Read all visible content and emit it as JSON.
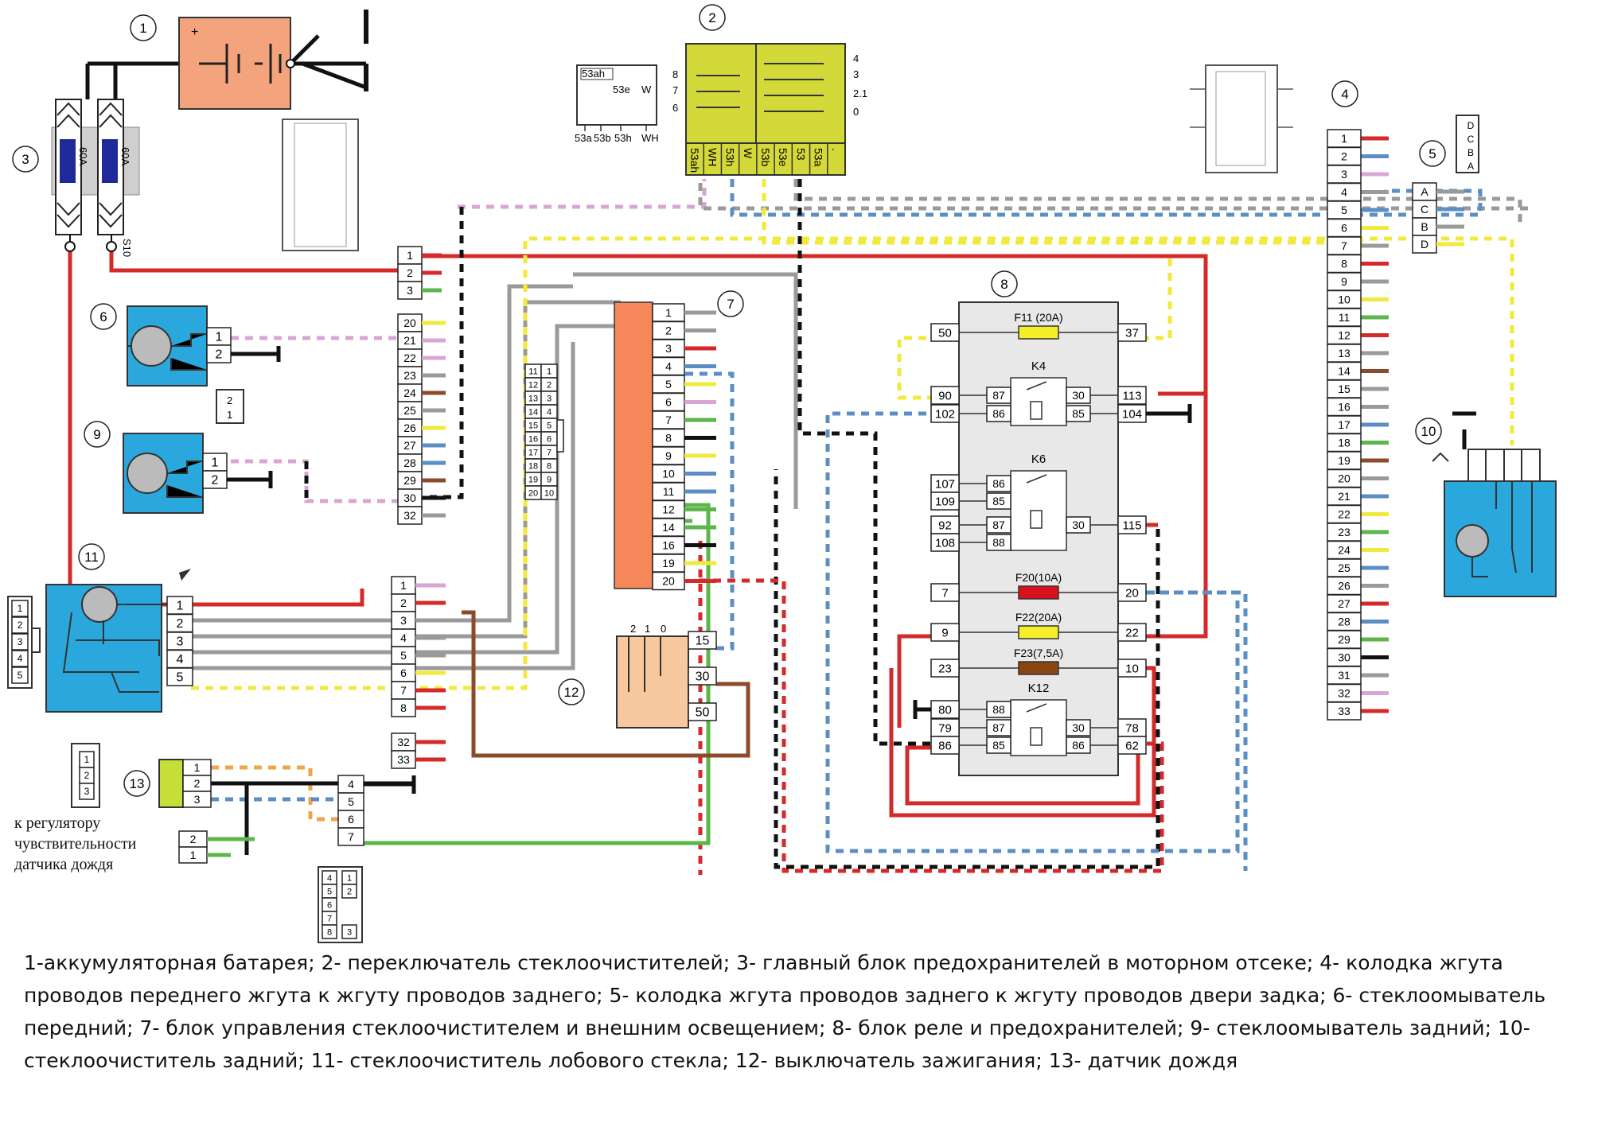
{
  "labels": {
    "c1": "1",
    "c2": "2",
    "c3": "3",
    "c4": "4",
    "c5": "5",
    "c6": "6",
    "c7": "7",
    "c8": "8",
    "c9": "9",
    "c10": "10",
    "c11": "11",
    "c12": "12",
    "c13": "13"
  },
  "fuse_main": {
    "f1": "60A",
    "f2": "60A",
    "s10": "S10"
  },
  "switch2": {
    "pins": [
      "53ah",
      "WH",
      "53h",
      "W",
      "53b",
      "53e",
      "53",
      "53a",
      "."
    ],
    "side_left": [
      "8",
      "7",
      "6"
    ],
    "side_right": [
      "4",
      "3",
      "2.1",
      "0"
    ],
    "legend": [
      "53ah",
      "53e",
      "W",
      "53a",
      "53b",
      "53h",
      "WH"
    ]
  },
  "block8": {
    "fuses": [
      {
        "name": "F11 (20A)",
        "left": "50",
        "right": "37",
        "color": "#f5ef2a"
      },
      {
        "name": "F20(10A)",
        "left": "7",
        "right": "20",
        "color": "#d8111a"
      },
      {
        "name": "F22(20A)",
        "left": "9",
        "right": "22",
        "color": "#f5ef2a"
      },
      {
        "name": "F23(7,5A)",
        "left": "23",
        "right": "10",
        "color": "#8b4513"
      }
    ],
    "relays": [
      {
        "name": "K4",
        "ext_left": [
          "90",
          "102"
        ],
        "ext_right": [
          "113",
          "104"
        ],
        "int_left": [
          "87",
          "86"
        ],
        "int_right": [
          "30",
          "85"
        ]
      },
      {
        "name": "K6",
        "ext_left": [
          "107",
          "109",
          "92",
          "108"
        ],
        "ext_right": [
          "115"
        ],
        "int_left": [
          "86",
          "85",
          "87",
          "88"
        ],
        "int_right": [
          "30"
        ]
      },
      {
        "name": "K12",
        "ext_left": [
          "80",
          "79",
          "86"
        ],
        "ext_right": [
          "78",
          "62"
        ],
        "int_left": [
          "88",
          "87",
          "85"
        ],
        "int_right": [
          "30",
          "86"
        ]
      }
    ]
  },
  "connector4": {
    "pins": [
      "1",
      "2",
      "3",
      "4",
      "5",
      "6",
      "7",
      "8",
      "9",
      "10",
      "11",
      "12",
      "13",
      "14",
      "15",
      "16",
      "17",
      "18",
      "19",
      "20",
      "21",
      "22",
      "23",
      "24",
      "25",
      "26",
      "27",
      "28",
      "29",
      "30",
      "31",
      "32",
      "33"
    ]
  },
  "connector5": {
    "pins": [
      "A",
      "C",
      "B",
      "D"
    ],
    "side": [
      "D",
      "C",
      "B",
      "A"
    ]
  },
  "left_conn_top": {
    "pins": [
      "1",
      "2",
      "3"
    ]
  },
  "left_conn_mid": {
    "pins": [
      "20",
      "21",
      "22",
      "23",
      "24",
      "25",
      "26",
      "27",
      "28",
      "29",
      "30",
      "32"
    ]
  },
  "left_conn_bot": {
    "pins": [
      "1",
      "2",
      "3",
      "4",
      "5",
      "6",
      "7",
      "8"
    ],
    "extra": [
      "32",
      "33"
    ]
  },
  "control7": {
    "pins": [
      "1",
      "2",
      "3",
      "4",
      "5",
      "6",
      "7",
      "8",
      "9",
      "10",
      "11",
      "12",
      "14",
      "16",
      "19",
      "20"
    ]
  },
  "washer6": {
    "pins": [
      "1",
      "2"
    ]
  },
  "washer9": {
    "pins": [
      "1",
      "2"
    ]
  },
  "wiper11": {
    "pins": [
      "1",
      "2",
      "3",
      "4",
      "5"
    ],
    "side": [
      "1",
      "2",
      "3",
      "4",
      "5"
    ]
  },
  "ignition12": {
    "pins": [
      "15",
      "30",
      "50"
    ],
    "top": [
      "2",
      "1",
      "0"
    ]
  },
  "rain13": {
    "pins": [
      "1",
      "2",
      "3"
    ],
    "mid_pins": [
      "4",
      "5",
      "6",
      "7"
    ],
    "pair": [
      "2",
      "1"
    ]
  },
  "note13": "к регулятору чувствительности датчика дождя",
  "caption": "1-аккумуляторная батарея; 2- переключатель стеклоочистителей; 3- главный блок предохранителей в моторном отсеке; 4-  колодка жгута проводов переднего жгута к жгуту проводов заднего; 5- колодка жгута проводов заднего к жгуту проводов двери задка; 6- стеклоомыватель передний; 7- блок управления стеклоочистителем и внешним освещением; 8- блок реле и предохранителей; 9- стеклоомыватель задний; 10- стеклоочиститель задний; 11- стеклоочиститель лобового стекла; 12- выключатель зажигания; 13- датчик дождя",
  "colors": {
    "red": "#d42a2a",
    "black": "#111111",
    "pink": "#d9a6d4",
    "blue": "#5b8fc4",
    "yellow": "#f1ea3c",
    "gray": "#9a9a9a",
    "green": "#5db64a",
    "brown": "#8b4a2a",
    "battery": "#f4a47c",
    "motor": "#2aa7dc",
    "switch": "#d4d93a",
    "ignition": "#f8c9a0",
    "control": "#f5875a",
    "rain": "#c6de3a"
  }
}
